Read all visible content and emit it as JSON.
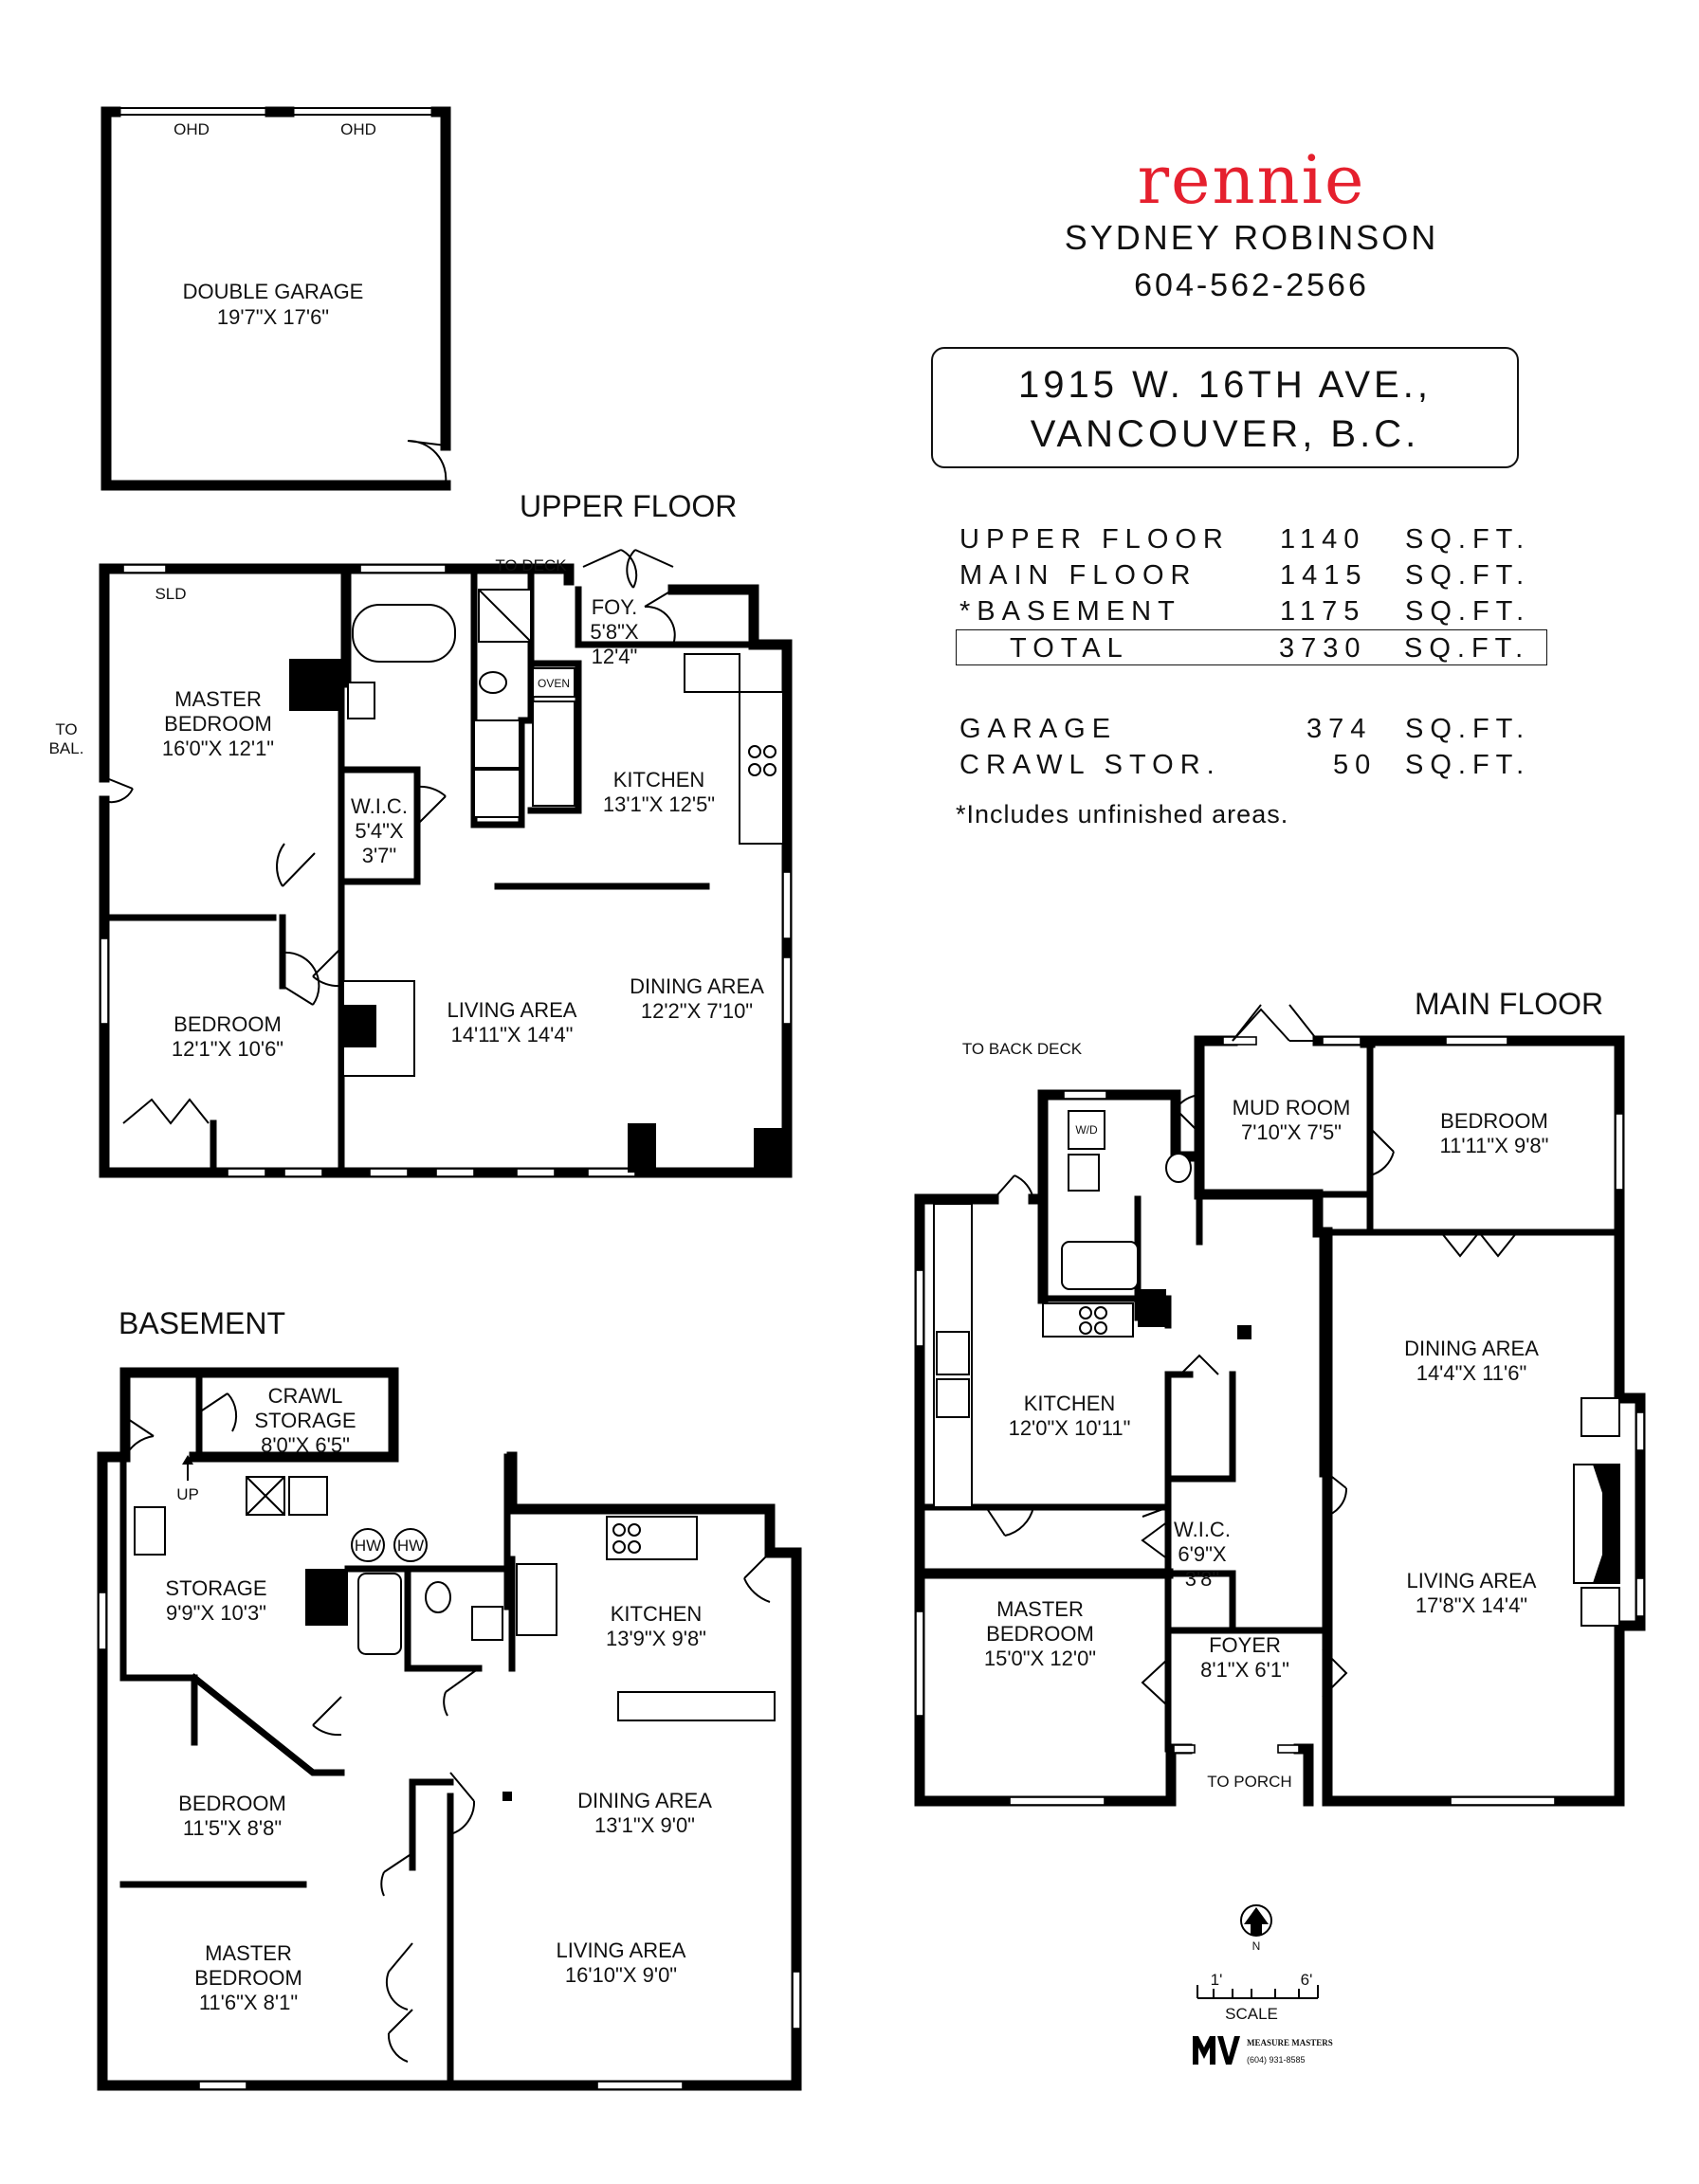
{
  "header": {
    "brand": "rennie",
    "agent_name": "SYDNEY ROBINSON",
    "agent_phone": "604-562-2566",
    "address_line1": "1915 W. 16TH AVE.,",
    "address_line2": "VANCOUVER, B.C."
  },
  "areas": {
    "rows": [
      {
        "name": "UPPER FLOOR",
        "value": "1140",
        "unit": "SQ.FT."
      },
      {
        "name": "MAIN FLOOR",
        "value": "1415",
        "unit": "SQ.FT."
      },
      {
        "name": "*BASEMENT",
        "value": "1175",
        "unit": "SQ.FT."
      }
    ],
    "total": {
      "name": "TOTAL",
      "value": "3730",
      "unit": "SQ.FT."
    },
    "extra": [
      {
        "name": "GARAGE",
        "value": "374",
        "unit": "SQ.FT."
      },
      {
        "name": "CRAWL STOR.",
        "value": "50",
        "unit": "SQ.FT."
      }
    ],
    "note": "*Includes unfinished areas."
  },
  "floors": {
    "upper_title": "UPPER FLOOR",
    "main_title": "MAIN FLOOR",
    "basement_title": "BASEMENT"
  },
  "garage": {
    "ohd_left": "OHD",
    "ohd_right": "OHD",
    "name": "DOUBLE GARAGE",
    "size": "19'7\"X 17'6\""
  },
  "upper": {
    "sld": "SLD",
    "to_deck": "TO DECK",
    "to_bal_1": "TO",
    "to_bal_2": "BAL.",
    "master_name_1": "MASTER",
    "master_name_2": "BEDROOM",
    "master_size": "16'0\"X 12'1\"",
    "wic_name": "W.I.C.",
    "wic_size_1": "5'4\"X",
    "wic_size_2": "3'7\"",
    "foy_name": "FOY.",
    "foy_size_1": "5'8\"X",
    "foy_size_2": "12'4\"",
    "oven": "OVEN",
    "kitchen_name": "KITCHEN",
    "kitchen_size": "13'1\"X 12'5\"",
    "bedroom_name": "BEDROOM",
    "bedroom_size": "12'1\"X 10'6\"",
    "living_name": "LIVING AREA",
    "living_size": "14'11\"X 14'4\"",
    "dining_name": "DINING AREA",
    "dining_size": "12'2\"X 7'10\""
  },
  "basement": {
    "crawl_name_1": "CRAWL",
    "crawl_name_2": "STORAGE",
    "crawl_size": "8'0\"X 6'5\"",
    "up": "UP",
    "storage_name": "STORAGE",
    "storage_size": "9'9\"X 10'3\"",
    "hw_1": "HW",
    "hw_2": "HW",
    "kitchen_name": "KITCHEN",
    "kitchen_size": "13'9\"X 9'8\"",
    "bedroom_name": "BEDROOM",
    "bedroom_size": "11'5\"X 8'8\"",
    "dining_name": "DINING AREA",
    "dining_size": "13'1\"X 9'0\"",
    "master_name_1": "MASTER",
    "master_name_2": "BEDROOM",
    "master_size": "11'6\"X 8'1\"",
    "living_name": "LIVING AREA",
    "living_size": "16'10\"X 9'0\""
  },
  "main": {
    "to_back_deck": "TO BACK DECK",
    "wd": "W/D",
    "mud_name": "MUD ROOM",
    "mud_size": "7'10\"X 7'5\"",
    "bedroom_name": "BEDROOM",
    "bedroom_size": "11'11\"X 9'8\"",
    "dining_name": "DINING AREA",
    "dining_size": "14'4\"X 11'6\"",
    "kitchen_name": "KITCHEN",
    "kitchen_size": "12'0\"X 10'11\"",
    "wic_name": "W.I.C.",
    "wic_size_1": "6'9\"X",
    "wic_size_2": "3'8\"",
    "living_name": "LIVING AREA",
    "living_size": "17'8\"X 14'4\"",
    "master_name_1": "MASTER",
    "master_name_2": "BEDROOM",
    "master_size": "15'0\"X 12'0\"",
    "foyer_name": "FOYER",
    "foyer_size": "8'1\"X 6'1\"",
    "to_porch": "TO PORCH"
  },
  "legend": {
    "north": "N",
    "scale_left": "1'",
    "scale_right": "6'",
    "scale": "SCALE",
    "company": "MEASURE MASTERS",
    "company_phone": "(604) 931-8585"
  }
}
